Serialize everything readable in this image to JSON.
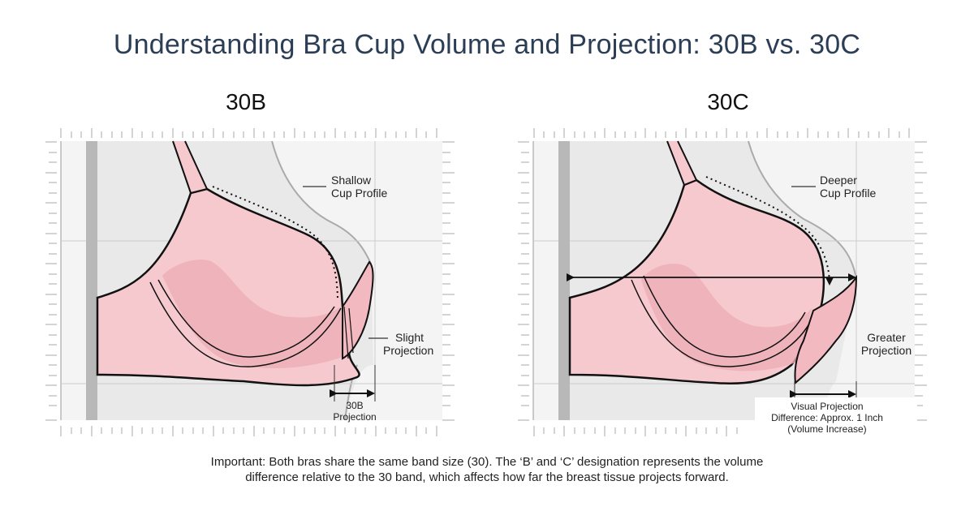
{
  "title": "Understanding Bra Cup Volume and Projection: 30B vs. 30C",
  "panels": [
    {
      "heading": "30B",
      "profile_label": [
        "Shallow",
        "Cup Profile"
      ],
      "projection_label": [
        "Slight",
        "Projection"
      ],
      "measure_label": [
        "30B",
        "Projection"
      ]
    },
    {
      "heading": "30C",
      "profile_label": [
        "Deeper",
        "Cup Profile"
      ],
      "projection_label": [
        "Greater",
        "Projection"
      ],
      "measure_label": [
        "Visual Projection",
        "Difference: Approx. 1 Inch",
        "(Volume Increase)"
      ]
    }
  ],
  "note": [
    "Important: Both bras share the same band size (30). The ‘B’ and ‘C’ designation represents the volume",
    "difference relative to the 30 band, which affects how far the breast tissue projects forward."
  ],
  "colors": {
    "title": "#2c3e55",
    "bra_fill": "#f6c9cf",
    "bra_shade": "#eeaeb7",
    "body_fill": "#ececec",
    "wall": "#b8b8b8",
    "outline": "#111111"
  }
}
